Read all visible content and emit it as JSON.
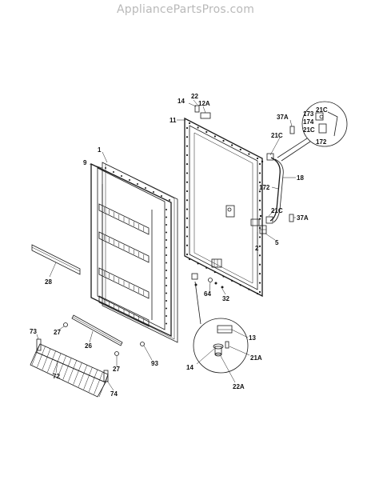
{
  "watermark": "AppliancePartsPros.com",
  "callouts": {
    "c22": "22",
    "c14": "14",
    "c12A": "12A",
    "c11": "11",
    "c37A_top": "37A",
    "c173": "173",
    "c21C_a": "21C",
    "c174": "174",
    "c21C_b": "21C",
    "c172_det": "172",
    "c21C_c": "21C",
    "c18": "18",
    "c172": "172",
    "c21C_d": "21C",
    "c37A_mid": "37A",
    "c2": "2",
    "c5": "5",
    "c1": "1",
    "c9": "9",
    "c28": "28",
    "c64": "64",
    "c32": "32",
    "c13": "13",
    "c21A": "21A",
    "c14_det": "14",
    "c22A": "22A",
    "c73": "73",
    "c27_a": "27",
    "c26": "26",
    "c27_b": "27",
    "c93": "93",
    "c72": "72",
    "c74": "74"
  }
}
